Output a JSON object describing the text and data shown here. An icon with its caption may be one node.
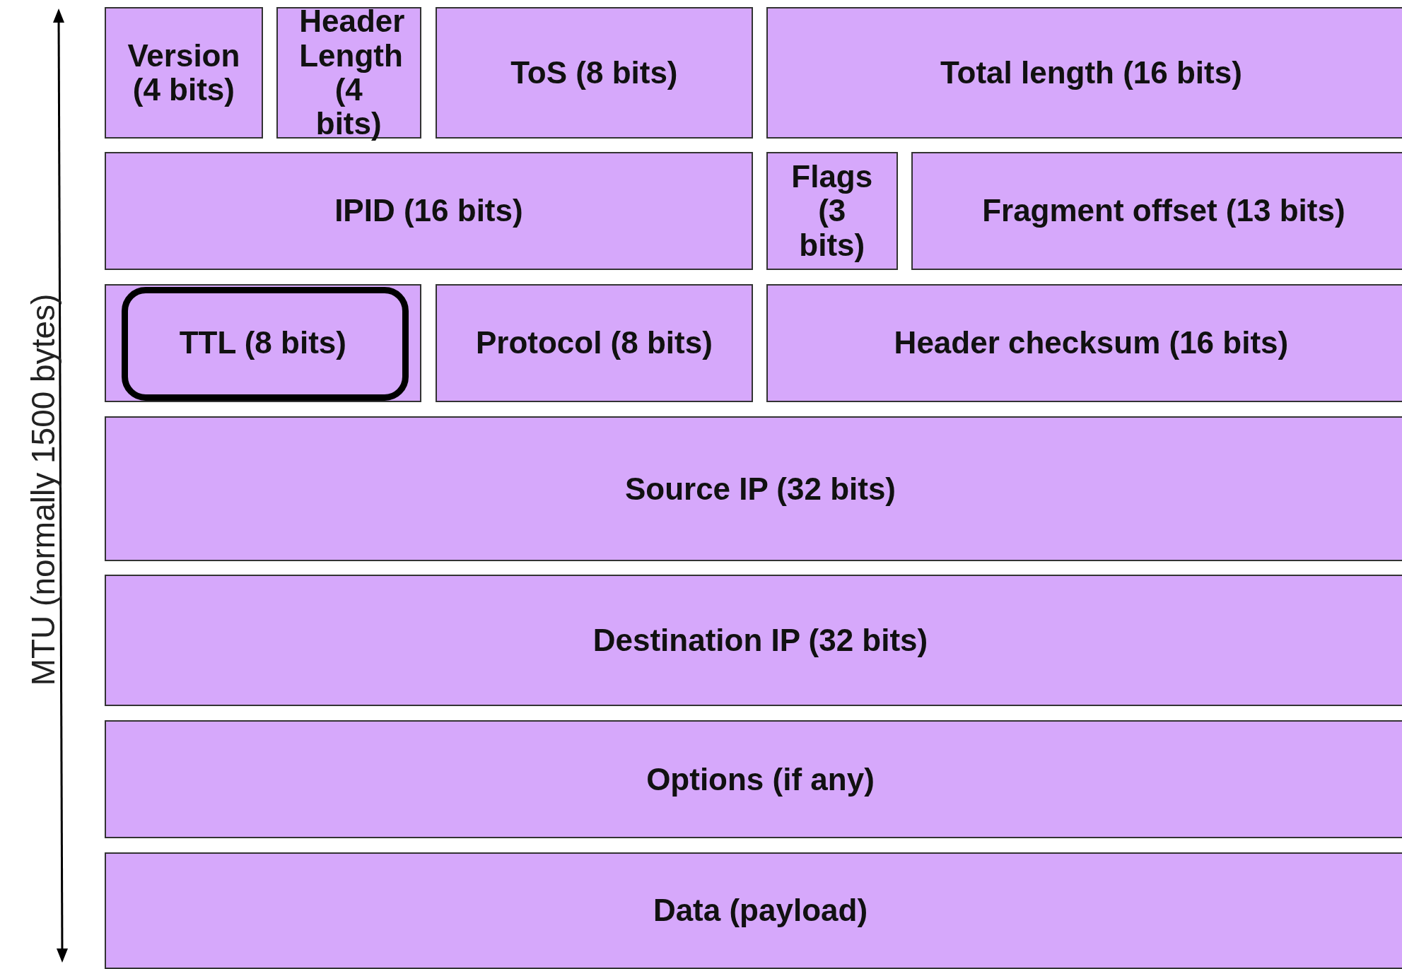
{
  "diagram": {
    "nodes": [
      {
        "text": [
          "Version (4 bits)"
        ]
      },
      {
        "text": [
          "Header Length (4 bits)"
        ]
      },
      {
        "text": [
          "ToS (8 bits)"
        ]
      },
      {
        "text": [
          "Total length (16 bits)"
        ]
      },
      {
        "text": [
          "IPID (16 bits)"
        ]
      },
      {
        "text": [
          "Flags (3 bits)"
        ]
      },
      {
        "text": [
          "Fragment offset (13 bits)"
        ]
      },
      {
        "text": [
          "TTL (8 bits)"
        ]
      },
      {
        "text": [
          "Protocol (8 bits)"
        ]
      },
      {
        "text": [
          "Header checksum (16 bits)"
        ]
      },
      {
        "text": [
          "Source IP (32 bits)"
        ]
      },
      {
        "text": [
          "Destination IP (32 bits)"
        ]
      },
      {
        "text": [
          "Options (if any)"
        ]
      },
      {
        "text": [
          "Data (payload)"
        ]
      }
    ],
    "edges": [],
    "labels": [
      "MTU (normally 1500 bytes)"
    ]
  }
}
